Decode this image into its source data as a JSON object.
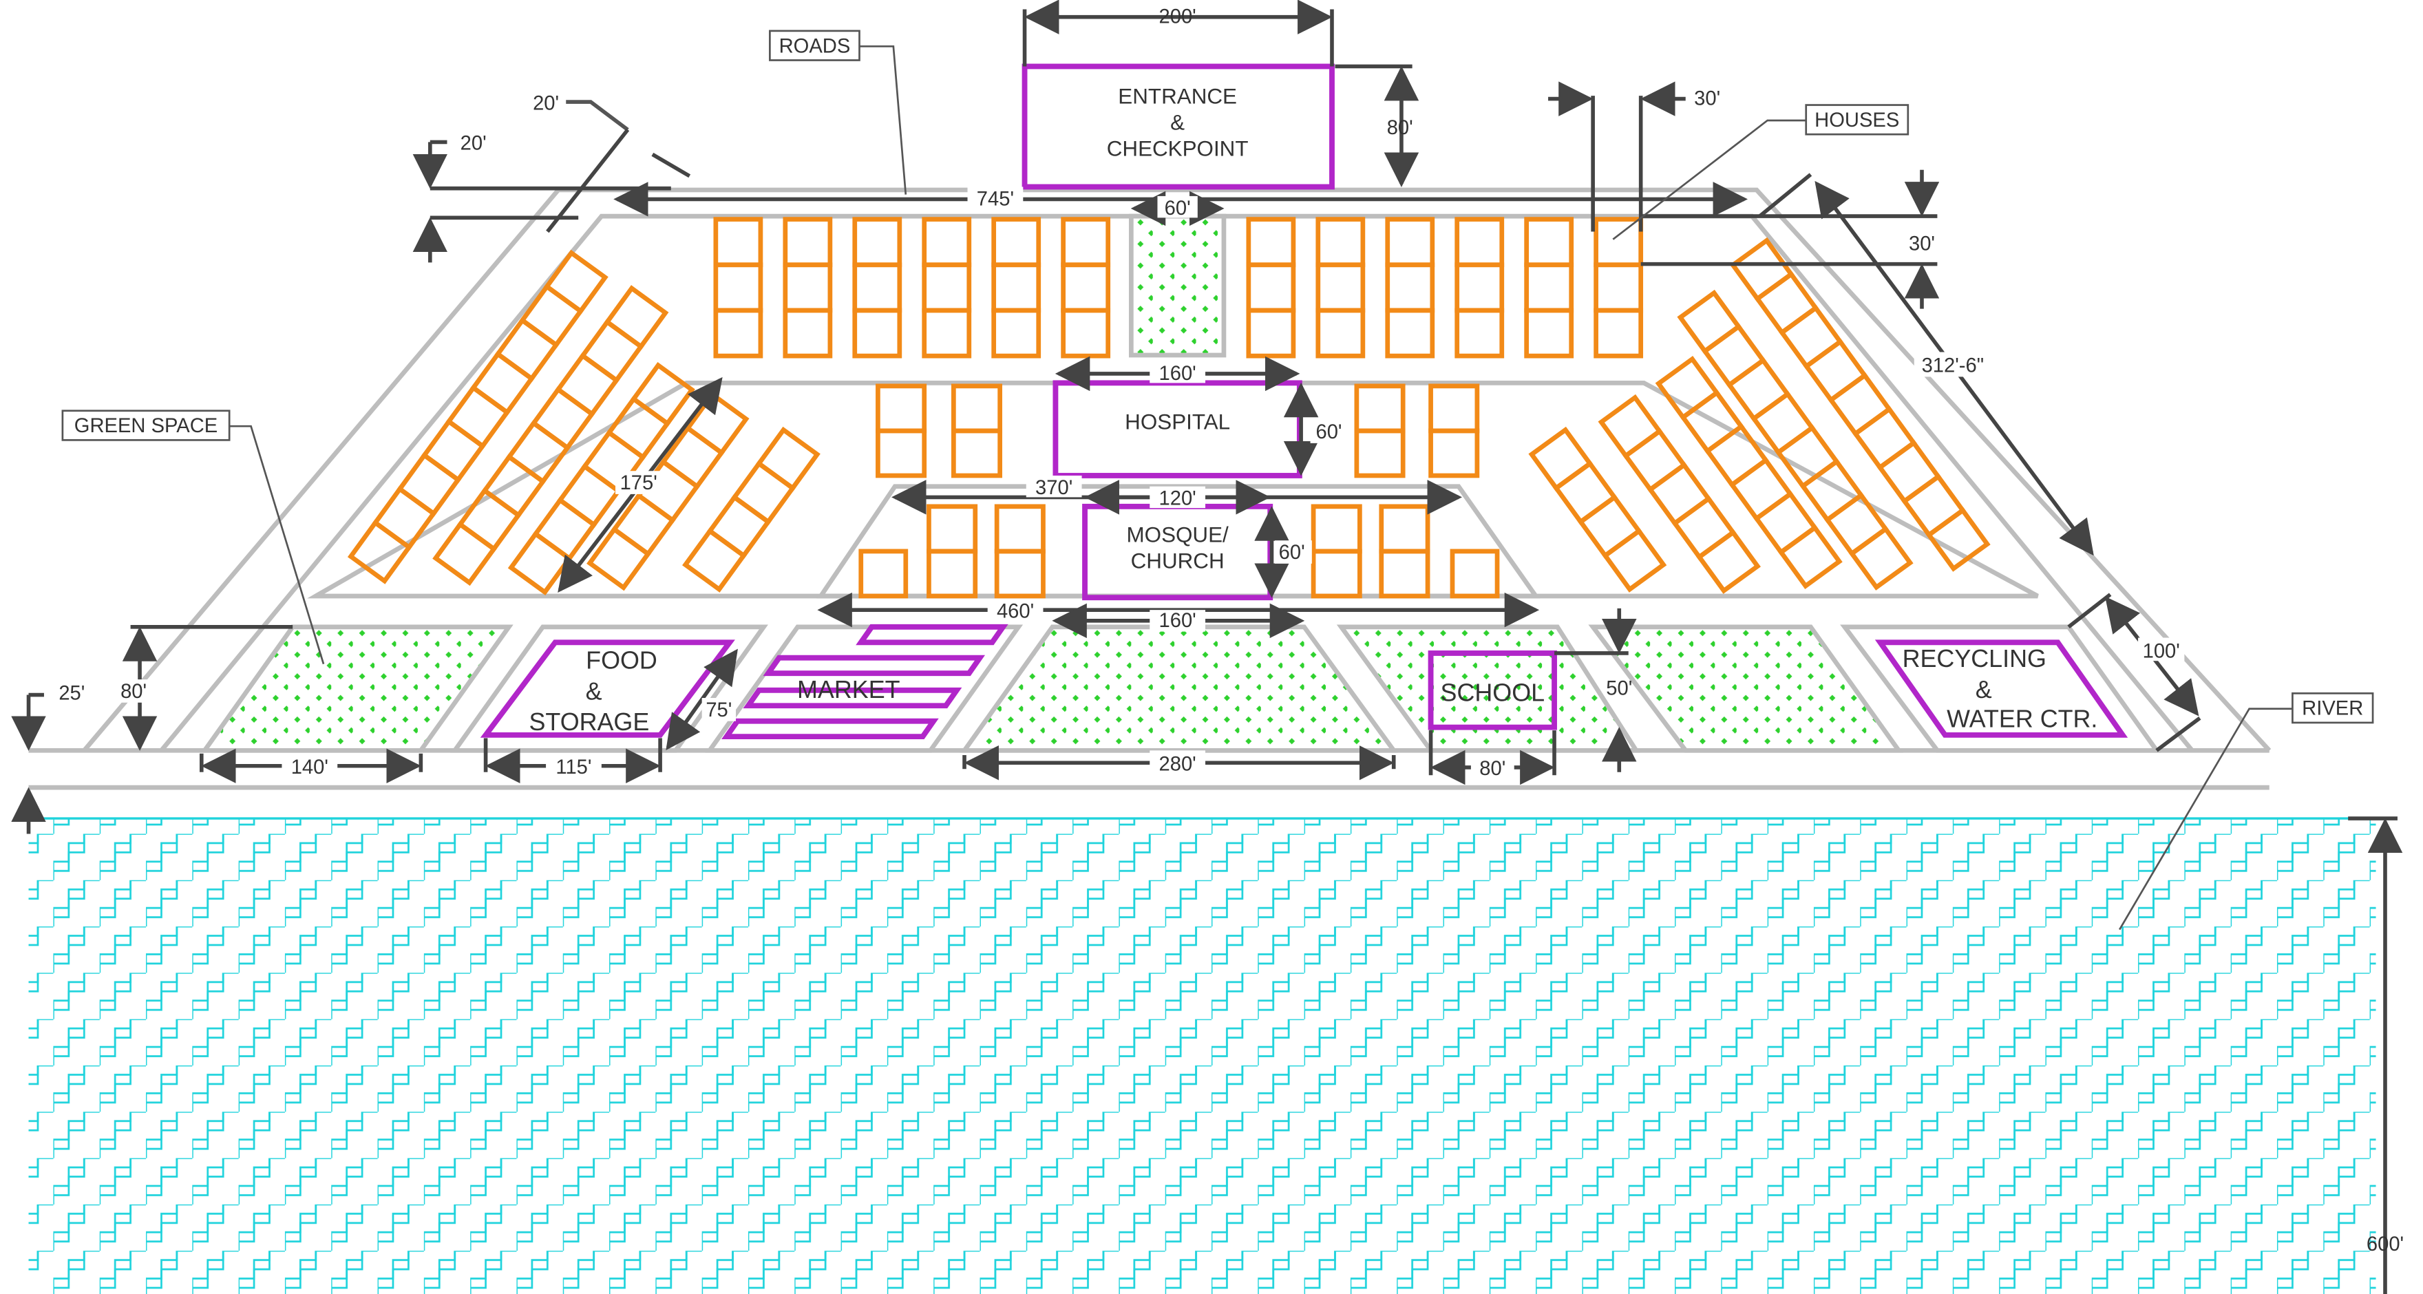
{
  "colors": {
    "house": "#f28a17",
    "facility": "#b126c9",
    "green_dots": "#2ed12e",
    "river": "#1fd3dc",
    "road": "#bdbdbd",
    "dimension": "#444444"
  },
  "facilities": {
    "entrance": [
      "ENTRANCE",
      "&",
      "CHECKPOINT"
    ],
    "hospital": [
      "HOSPITAL"
    ],
    "worship": [
      "MOSQUE/",
      "CHURCH"
    ],
    "food": [
      "FOOD",
      "&",
      "STORAGE"
    ],
    "market": [
      "MARKET"
    ],
    "school": [
      "SCHOOL"
    ],
    "recycling": [
      "RECYCLING",
      "&",
      "WATER CTR."
    ]
  },
  "callouts": {
    "roads": "ROADS",
    "houses": "HOUSES",
    "green_space": "GREEN SPACE",
    "river": "RIVER"
  },
  "dimensions": {
    "entrance_width": "200'",
    "entrance_depth": "80'",
    "road_top": "745'",
    "green_strip": "60'",
    "road_width_left": "20'",
    "road_width_left2": "20'",
    "road_width_right": "30'",
    "top_block": "30'",
    "diagonal_side": "312'-6\"",
    "hospital_width": "160'",
    "hospital_depth": "60'",
    "inner_diagonal": "175'",
    "ring_370": "370'",
    "worship_width": "120'",
    "worship_depth": "60'",
    "ring_460": "460'",
    "green_center_top": "160'",
    "green_center_bottom": "280'",
    "green_left_width": "140'",
    "green_left_depth": "80'",
    "bottom_road": "25'",
    "food_width": "115'",
    "food_depth": "75'",
    "school_width": "80'",
    "school_depth": "50'",
    "recycling_depth": "100'",
    "river_depth": "600'"
  }
}
